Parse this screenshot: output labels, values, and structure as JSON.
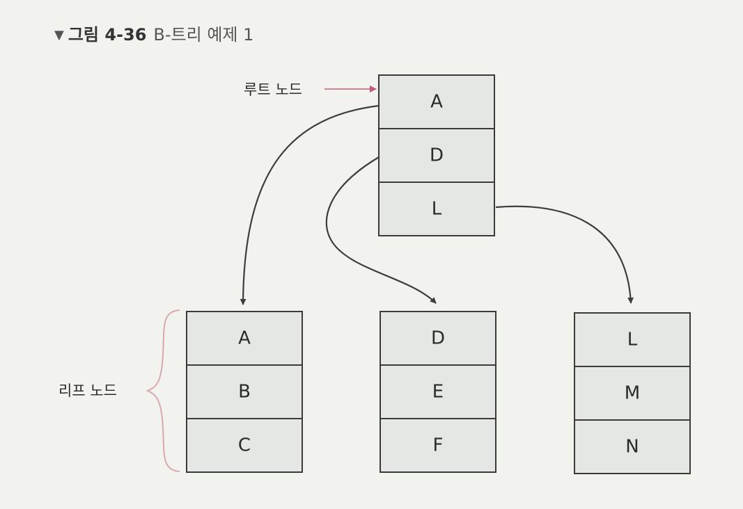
{
  "caption": {
    "marker": "▼",
    "figure_number": "그림 4-36",
    "title": "B-트리 예제 1"
  },
  "labels": {
    "root_node": "루트 노드",
    "leaf_nodes": "리프 노드"
  },
  "tree": {
    "root": {
      "keys": [
        "A",
        "D",
        "L"
      ]
    },
    "leaves": [
      {
        "keys": [
          "A",
          "B",
          "C"
        ]
      },
      {
        "keys": [
          "D",
          "E",
          "F"
        ]
      },
      {
        "keys": [
          "L",
          "M",
          "N"
        ]
      }
    ]
  },
  "colors": {
    "node_fill": "#e4e7e4",
    "node_stroke": "#3a3a3a",
    "edge": "#3d3d3d",
    "root_pointer": "#c45a7a",
    "brace": "#d9a7ae"
  }
}
